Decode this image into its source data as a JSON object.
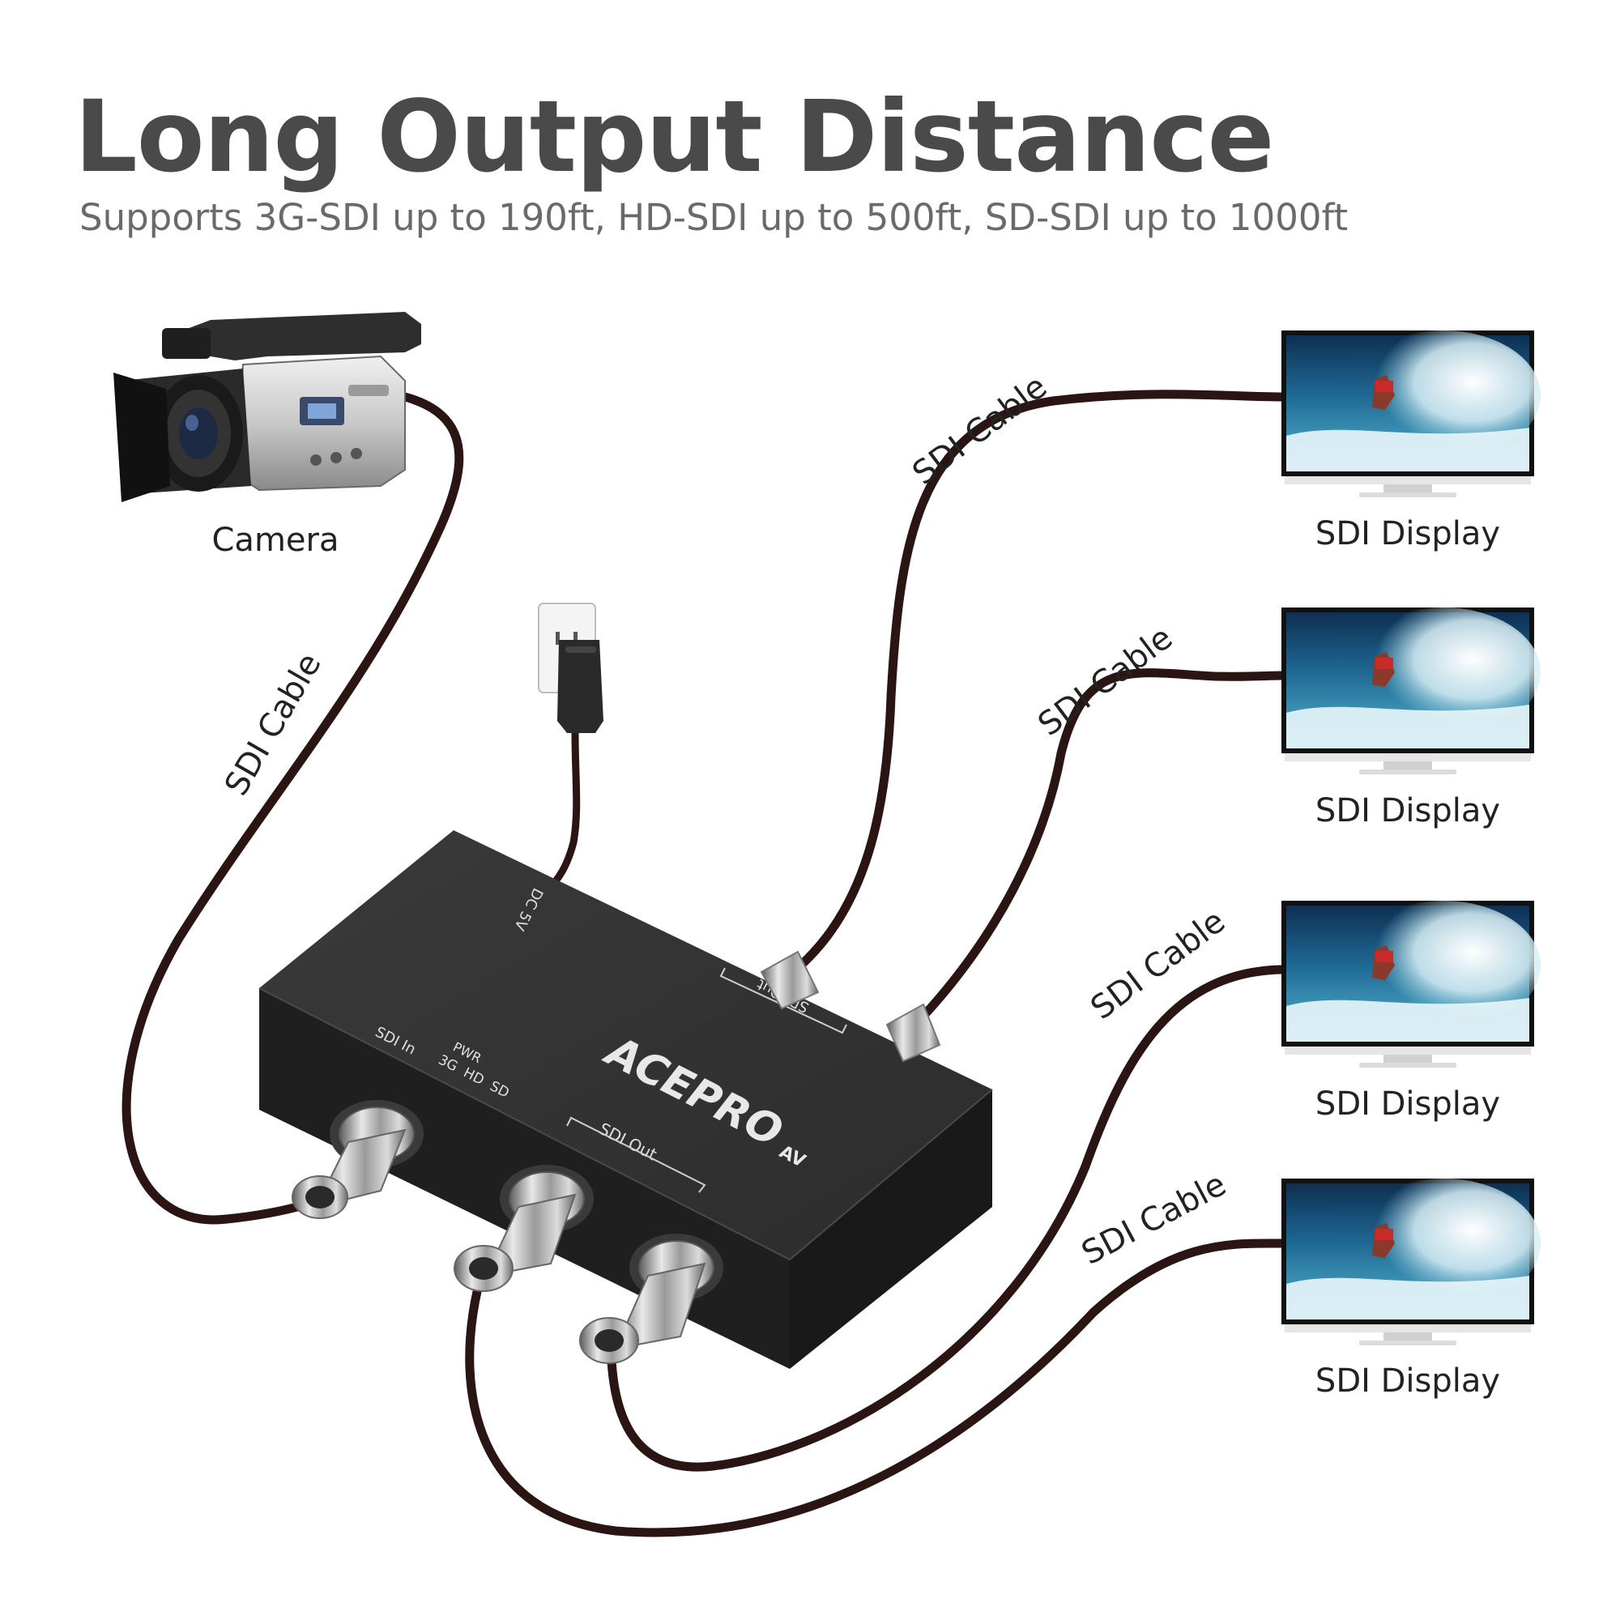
{
  "header": {
    "title": "Long Output Distance",
    "subtitle": "Supports 3G-SDI up to 190ft, HD-SDI up to 500ft, SD-SDI up to 1000ft"
  },
  "source": {
    "label": "Camera"
  },
  "cables": [
    {
      "label": "SDI Cable"
    },
    {
      "label": "SDI Cable"
    },
    {
      "label": "SDI Cable"
    },
    {
      "label": "SDI Cable"
    },
    {
      "label": "SDI Cable"
    }
  ],
  "displays": [
    {
      "label": "SDI Display"
    },
    {
      "label": "SDI Display"
    },
    {
      "label": "SDI Display"
    },
    {
      "label": "SDI Display"
    }
  ],
  "device": {
    "brand": "ACEPRO",
    "brand_suffix": "AV",
    "power_label": "DC 5V",
    "sdi_in_label": "SDI In",
    "pwr_label": "PWR",
    "mode_labels": "3G  HD  SD",
    "front_out_label": "SDI Out",
    "back_out_label": "SDI Out"
  },
  "colors": {
    "cable": "#2a1513",
    "device_body": "#2b2b2b",
    "title": "#4a4a4a",
    "subtitle": "#6a6a6a"
  }
}
